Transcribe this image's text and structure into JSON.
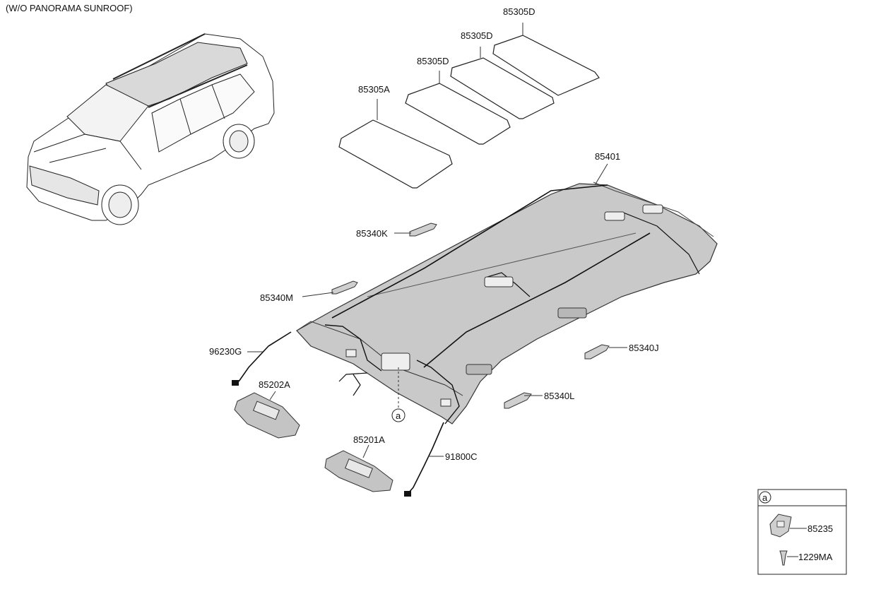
{
  "diagram": {
    "heading": "(W/O PANORAMA SUNROOF)",
    "parts": {
      "p85305D_1": "85305D",
      "p85305D_2": "85305D",
      "p85305D_3": "85305D",
      "p85305A": "85305A",
      "p85401": "85401",
      "p85340K": "85340K",
      "p85340M": "85340M",
      "p96230G": "96230G",
      "p85202A": "85202A",
      "p85340J": "85340J",
      "p85340L": "85340L",
      "p85201A": "85201A",
      "p91800C": "91800C",
      "p85235": "85235",
      "p1229MA": "1229MA"
    },
    "ref_marker": "a",
    "inset_marker": "a"
  }
}
